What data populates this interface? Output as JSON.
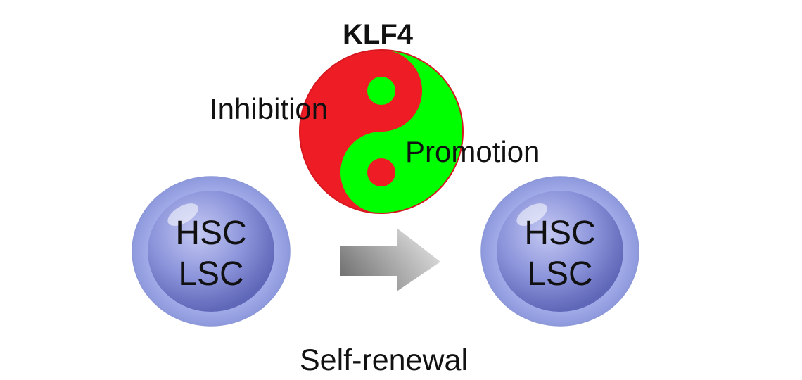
{
  "diagram": {
    "title": "KLF4",
    "balance": {
      "inhibition_label": "Inhibition",
      "promotion_label": "Promotion",
      "colors": {
        "inhibition": "#ee1c25",
        "promotion": "#00ff00"
      }
    },
    "cells": [
      {
        "line1": "HSC",
        "line2": "LSC"
      },
      {
        "line1": "HSC",
        "line2": "LSC"
      }
    ],
    "process_label": "Self-renewal",
    "colors": {
      "cell_membrane": "#a9b3ec",
      "cell_nucleus": "#8f97dc",
      "arrow_dark": "#7a7a7a",
      "arrow_light": "#e8e8e8"
    }
  }
}
